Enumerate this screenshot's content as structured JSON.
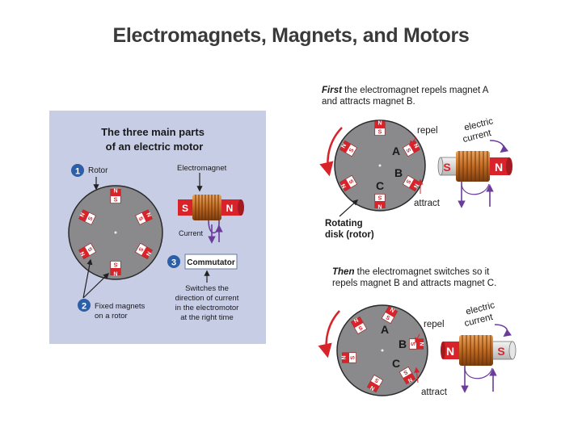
{
  "title": "Electromagnets, Magnets, and Motors",
  "left_panel": {
    "heading_line1": "The three main parts",
    "heading_line2": "of an electric motor",
    "item1_number": "1",
    "rotor_label": "Rotor",
    "electromagnet_label": "Electromagnet",
    "current_label": "Current",
    "item3_number": "3",
    "commutator_label": "Commutator",
    "commutator_desc": [
      "Switches the",
      "direction of current",
      "in the electromotor",
      "at the right time"
    ],
    "item2_number": "2",
    "fixed_magnets_line1": "Fixed magnets",
    "fixed_magnets_line2": "on a rotor"
  },
  "top_right": {
    "caption_em": "First",
    "caption_rest": " the electromagnet repels magnet A",
    "caption_line2": "and attracts magnet B.",
    "repel": "repel",
    "attract": "attract",
    "electric": "electric",
    "current": "current",
    "label_a": "A",
    "label_b": "B",
    "label_c": "C",
    "rotating_line1": "Rotating",
    "rotating_line2": "disk (rotor)",
    "pole_left": "S",
    "pole_right": "N"
  },
  "bottom_right": {
    "caption_em": "Then",
    "caption_rest": " the electromagnet switches so it",
    "caption_line2": "repels magnet B and attracts magnet C.",
    "repel": "repel",
    "attract": "attract",
    "electric": "electric",
    "current": "current",
    "label_a": "A",
    "label_b": "B",
    "label_c": "C",
    "pole_left": "N",
    "pole_right": "S"
  },
  "magnet_pole_n": "N",
  "magnet_pole_s": "S",
  "colors": {
    "panel_bg": "#c8cde6",
    "disk": "#8a8a8c",
    "coil": "#c8742c",
    "magnet_red": "#d8232a",
    "purple": "#6a3d9a",
    "badge_blue": "#2c5fa8"
  }
}
